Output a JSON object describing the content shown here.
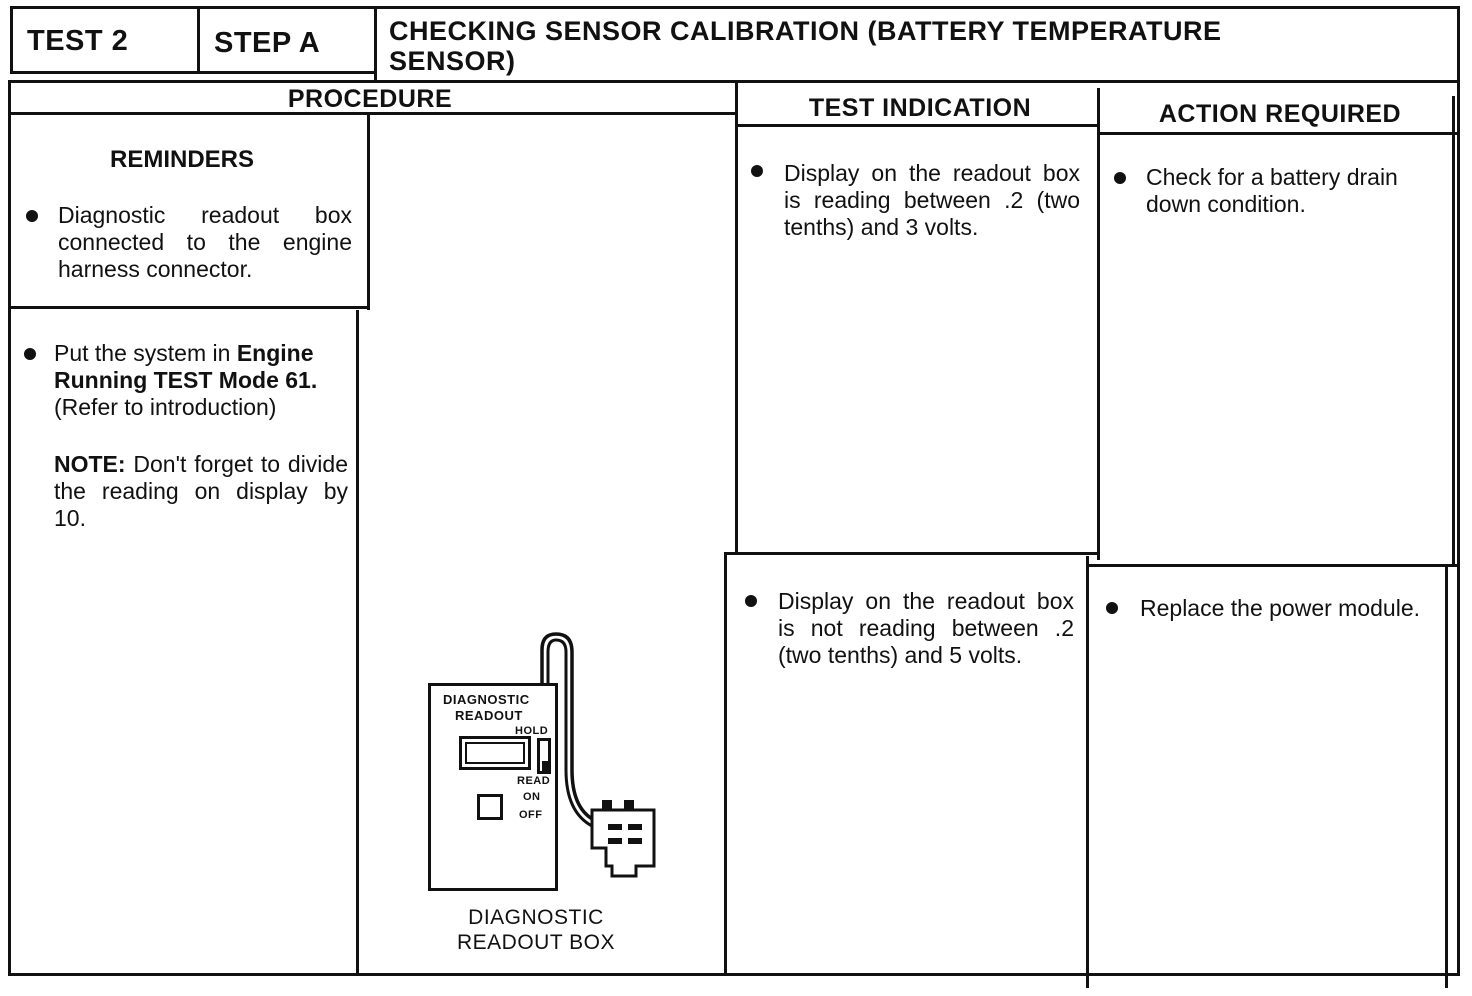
{
  "header": {
    "test": "TEST 2",
    "step": "STEP A",
    "title_line1": "CHECKING SENSOR CALIBRATION (BATTERY TEMPERATURE",
    "title_line2": "SENSOR)"
  },
  "columns": {
    "procedure": "PROCEDURE",
    "indication": "TEST INDICATION",
    "action": "ACTION REQUIRED"
  },
  "reminders": {
    "title": "REMINDERS",
    "item": "Diagnostic readout box connected to the engine harness connector."
  },
  "procedure_step": {
    "pre": "Put the system in ",
    "bold": "Engine Running TEST Mode 61.",
    "post": "(Refer to introduction)",
    "note_label": "NOTE:",
    "note_text": " Don't forget to divide the reading on display by 10."
  },
  "rows": [
    {
      "indication": "Display on the readout box is reading between .2 (two tenths) and 3 volts.",
      "action": "Check for a battery drain down condition."
    },
    {
      "indication": "Display on the readout box is not reading between .2 (two tenths) and 5 volts.",
      "action": "Replace the power module."
    }
  ],
  "illustration": {
    "device_line1": "DIAGNOSTIC",
    "device_line2": "READOUT",
    "hold": "HOLD",
    "read": "READ",
    "on": "ON",
    "off": "OFF",
    "caption_line1": "DIAGNOSTIC",
    "caption_line2": "READOUT BOX"
  }
}
